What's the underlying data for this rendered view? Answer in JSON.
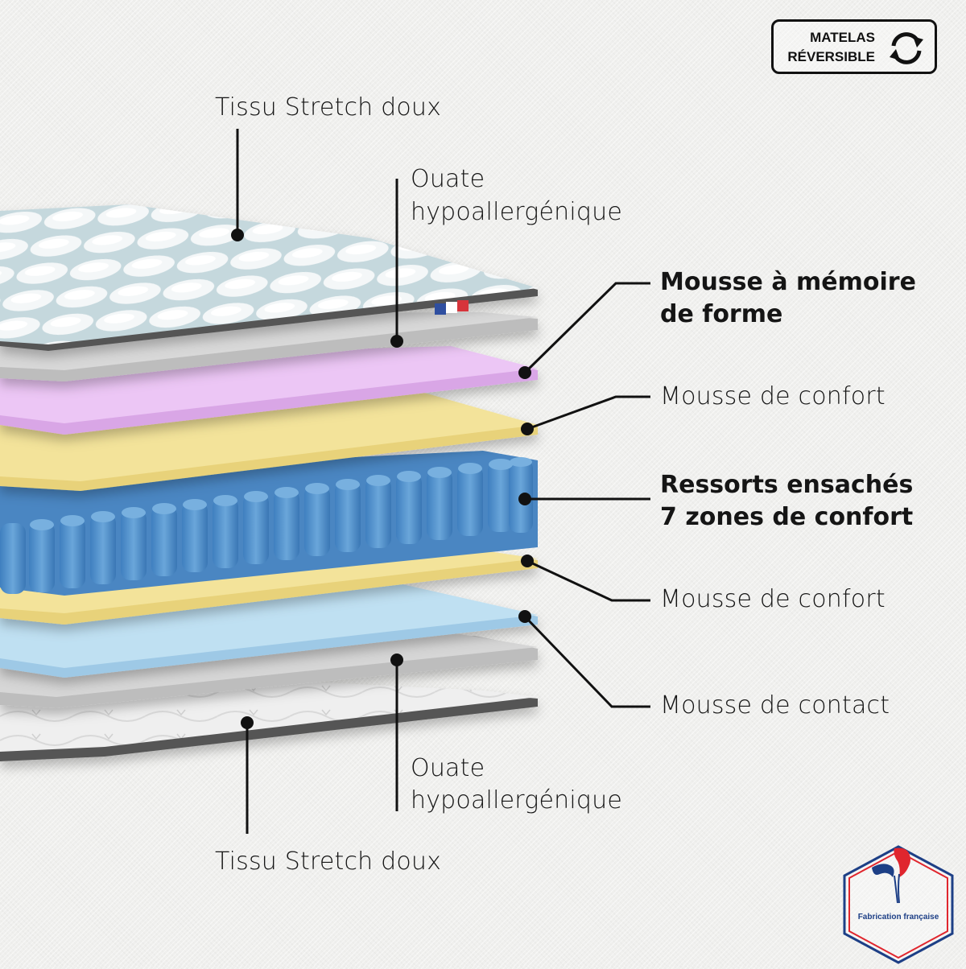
{
  "badge": {
    "line1": "MATELAS",
    "line2": "RÉVERSIBLE",
    "icon": "reverse-arrows-icon"
  },
  "layers": [
    {
      "id": "tissu-top",
      "label": "Tissu Stretch doux",
      "color": "#c9d9de",
      "bold": false
    },
    {
      "id": "ouate-top",
      "label_line1": "Ouate",
      "label_line2": "hypoallergénique",
      "color": "#d4d4d4",
      "bold": false
    },
    {
      "id": "memoire",
      "label_line1": "Mousse à mémoire",
      "label_line2": "de forme",
      "color": "#e8c2f2",
      "bold": true
    },
    {
      "id": "confort-top",
      "label": "Mousse de confort",
      "color": "#f3e296",
      "bold": false
    },
    {
      "id": "ressorts",
      "label_line1": "Ressorts ensachés",
      "label_line2": "7 zones de confort",
      "color": "#5d9ad2",
      "bold": true
    },
    {
      "id": "confort-bottom",
      "label": "Mousse de confort",
      "color": "#f3e296",
      "bold": false
    },
    {
      "id": "contact",
      "label": "Mousse de contact",
      "color": "#b9dcf0",
      "bold": false
    },
    {
      "id": "ouate-bottom",
      "label_line1": "Ouate",
      "label_line2": "hypoallergénique",
      "color": "#d2d2d2",
      "bold": false
    },
    {
      "id": "tissu-bottom",
      "label": "Tissu Stretch doux",
      "color": "#eeeeee",
      "bold": false
    }
  ],
  "flag": {
    "colors": [
      "#2f4fa0",
      "#ffffff",
      "#d6343b"
    ]
  },
  "logo": {
    "text": "Fabrication française",
    "icon": "rooster-icon",
    "colors": {
      "blue": "#1d3f86",
      "red": "#e0262e"
    }
  }
}
